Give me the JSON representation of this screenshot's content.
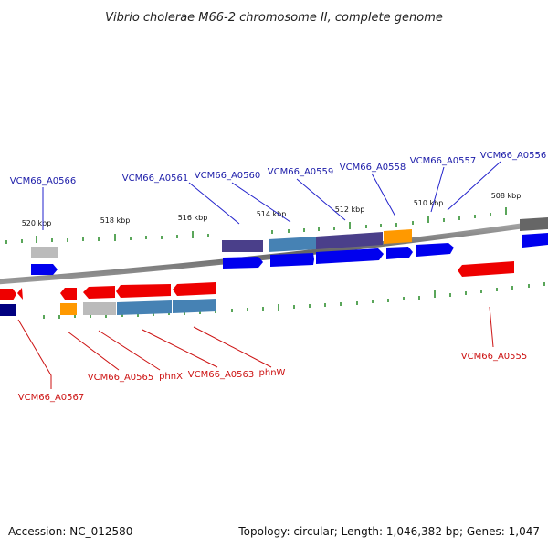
{
  "title": "Vibrio cholerae M66-2 chromosome II, complete genome",
  "footer": {
    "accession": "Accession: NC_012580",
    "summary": "Topology: circular; Length: 1,046,382 bp; Genes: 1,047"
  },
  "scale_labels": [
    "520 kbp",
    "518 kbp",
    "516 kbp",
    "514 kbp",
    "512 kbp",
    "510 kbp",
    "508 kbp"
  ],
  "gene_labels_forward": [
    "VCM66_A0566",
    "VCM66_A0561",
    "VCM66_A0560",
    "VCM66_A0559",
    "VCM66_A0558",
    "VCM66_A0557",
    "VCM66_A0556"
  ],
  "gene_labels_reverse": [
    "VCM66_A0567",
    "VCM66_A0565",
    "phnX",
    "VCM66_A0563",
    "phnW",
    "VCM66_A0555"
  ],
  "colors": {
    "forward_cds": "#0000ee",
    "reverse_cds": "#ee0000",
    "backbone": "#777777",
    "tick": "#228822",
    "cog_purple": "#4a3f8a",
    "cog_steel": "#4682b4",
    "cog_orange": "#ff9900",
    "cog_grey": "#bbbbbb",
    "cog_navy": "#000080"
  }
}
